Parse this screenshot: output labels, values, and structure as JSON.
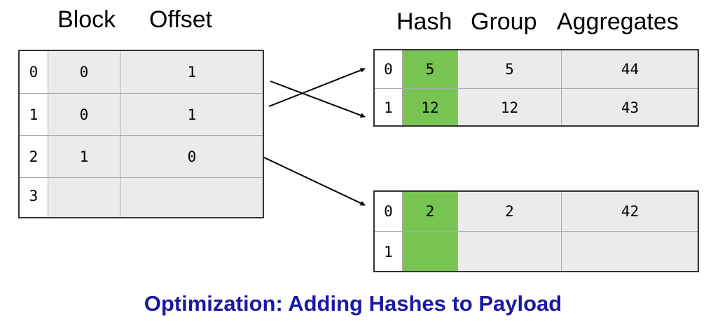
{
  "left_headers": {
    "block": "Block",
    "offset": "Offset"
  },
  "right_headers": {
    "hash": "Hash",
    "group": "Group",
    "aggregates": "Aggregates"
  },
  "left_table": {
    "rows": [
      {
        "index": "0",
        "block": "0",
        "offset": "1"
      },
      {
        "index": "1",
        "block": "0",
        "offset": "1"
      },
      {
        "index": "2",
        "block": "1",
        "offset": "0"
      },
      {
        "index": "3",
        "block": "",
        "offset": ""
      }
    ]
  },
  "right_table_top": {
    "rows": [
      {
        "index": "0",
        "hash": "5",
        "group": "5",
        "aggregates": "44"
      },
      {
        "index": "1",
        "hash": "12",
        "group": "12",
        "aggregates": "43"
      }
    ]
  },
  "right_table_bottom": {
    "rows": [
      {
        "index": "0",
        "hash": "2",
        "group": "2",
        "aggregates": "42"
      },
      {
        "index": "1",
        "hash": "",
        "group": "",
        "aggregates": ""
      }
    ]
  },
  "caption": "Optimization: Adding Hashes to Payload",
  "colors": {
    "hash_cell": "#78c452",
    "cell": "#ebebeb",
    "caption": "#1a1aa0"
  }
}
